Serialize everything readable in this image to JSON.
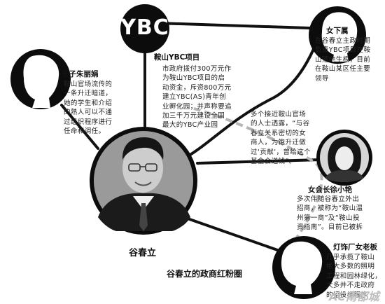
{
  "logo": {
    "text": "YBC"
  },
  "center": {
    "name": "谷春立"
  },
  "caption": "谷春立的政商红粉圈",
  "watermark": "AC南都城",
  "nodes": {
    "project": {
      "title": "鞍山YBC项目",
      "body": "市政府拨付300万元作\n为鞍山YBC项目的启\n动资金，斥资800万元\n建立YBC(AS)青年创\n业孵化园；并声称要追\n加三千万元建设全国\n最大的YBC产业园"
    },
    "wife": {
      "title": "妻子朱丽娟",
      "body": "鞍山官场流传的\n一条升迁暗道，\n她的学生和介绍\n的熟人可以不通\n过组织程序进行\n任命和调任。"
    },
    "subordinate": {
      "title": "女下属",
      "body": "在谷春立主政时期\n负责YBC项目在鞍\n山落地生根，目前\n在鞍山某区任主要\n领导"
    },
    "note": {
      "body": "多个接近鞍山官场\n的人士透露，“与谷\n春立关系密切的女\n商人，为饱升迁做\n过‘贡献’，曾给这个\n基金会送钱”。"
    },
    "chairwoman": {
      "title": "女会长徐小艳",
      "body": "多次伴随谷春立外出\n招商，被称为“鞍山温\n州第一商”及“鞍山投\n资指南”。目前已被拆"
    },
    "lamp_boss": {
      "title": "灯饰厂女老板",
      "body": "几乎承揽了鞍山\n绝大多数的照明\n工程和园林绿化，\n大多并不走政府\n的招投标程序"
    }
  }
}
